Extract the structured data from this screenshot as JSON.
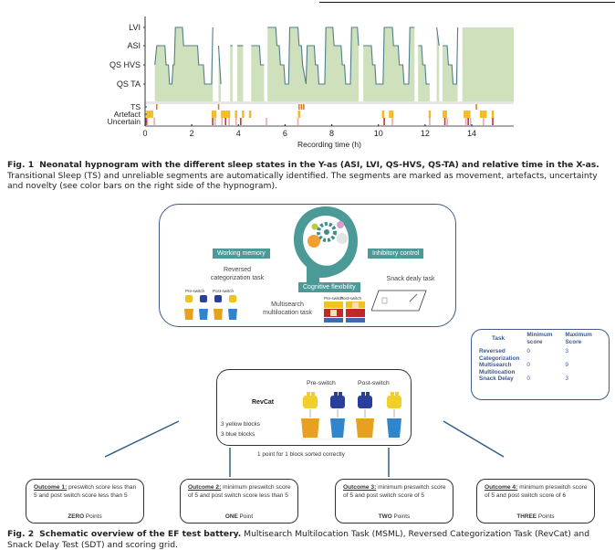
{
  "fig1": {
    "caption_label": "Fig. 1",
    "caption_bold": "Neonatal hypnogram with the different sleep states in the Y-as (ASI, LVI, QS-HVS, QS-TA) and relative time in the X-as.",
    "caption_text": " Transitional Sleep (TS) and unreliable segments are automatically identified. The segments are marked as movement, artefacts, uncertainty and novelty (see color bars on the right side of the hypnogram)."
  },
  "chart_data": {
    "type": "area",
    "title": "",
    "xlabel": "Recording time (h)",
    "ylabel": "",
    "xlim": [
      0,
      15.8
    ],
    "x_ticks": [
      0,
      2,
      4,
      6,
      8,
      10,
      12,
      14
    ],
    "state_labels": [
      "LVI",
      "ASI",
      "QS HVS",
      "QS TA"
    ],
    "marker_rows": [
      "TS",
      "Artefact",
      "Uncertain"
    ],
    "colors": {
      "fill": "#cfe0bd",
      "line": "#4f7f8a",
      "ts": "#e07b20",
      "artefact": "#f2b81c",
      "uncertain": "#c8323a",
      "uncertain_light": "#e8a8ae"
    },
    "hypnogram_note": "state level: 4=LVI, 3=ASI, 2=QS HVS, 1=QS TA; null = gap (unreliable)",
    "hypnogram": [
      [
        0.0,
        null
      ],
      [
        0.42,
        2
      ],
      [
        0.5,
        3
      ],
      [
        0.85,
        3
      ],
      [
        0.9,
        2
      ],
      [
        1.0,
        2
      ],
      [
        1.05,
        1
      ],
      [
        1.15,
        1
      ],
      [
        1.2,
        2
      ],
      [
        1.25,
        2
      ],
      [
        1.3,
        4
      ],
      [
        1.6,
        4
      ],
      [
        1.65,
        3
      ],
      [
        2.25,
        3
      ],
      [
        2.3,
        2
      ],
      [
        2.5,
        2
      ],
      [
        2.55,
        1
      ],
      [
        2.85,
        1
      ],
      [
        2.9,
        4
      ],
      [
        2.95,
        null
      ],
      [
        3.15,
        3
      ],
      [
        3.25,
        1
      ],
      [
        3.3,
        null
      ],
      [
        3.65,
        3
      ],
      [
        3.75,
        3
      ],
      [
        3.9,
        null
      ],
      [
        3.95,
        3
      ],
      [
        4.2,
        3
      ],
      [
        4.3,
        null
      ],
      [
        4.35,
        3
      ],
      [
        4.45,
        null
      ],
      [
        4.55,
        3
      ],
      [
        4.9,
        3
      ],
      [
        4.95,
        2
      ],
      [
        5.1,
        2
      ],
      [
        5.15,
        null
      ],
      [
        5.25,
        4
      ],
      [
        5.6,
        4
      ],
      [
        5.65,
        3
      ],
      [
        5.75,
        3
      ],
      [
        5.8,
        2
      ],
      [
        5.95,
        2
      ],
      [
        6.0,
        1
      ],
      [
        6.15,
        1
      ],
      [
        6.2,
        4
      ],
      [
        6.55,
        4
      ],
      [
        6.6,
        3
      ],
      [
        6.7,
        3
      ],
      [
        6.75,
        2
      ],
      [
        6.9,
        1
      ],
      [
        6.95,
        3
      ],
      [
        7.25,
        3
      ],
      [
        7.3,
        2
      ],
      [
        7.4,
        2
      ],
      [
        7.45,
        1
      ],
      [
        7.7,
        1
      ],
      [
        7.75,
        4
      ],
      [
        8.05,
        4
      ],
      [
        8.1,
        3
      ],
      [
        8.4,
        3
      ],
      [
        8.45,
        2
      ],
      [
        8.55,
        2
      ],
      [
        8.6,
        1
      ],
      [
        8.8,
        1
      ],
      [
        8.85,
        4
      ],
      [
        9.1,
        4
      ],
      [
        9.15,
        3
      ],
      [
        9.25,
        null
      ],
      [
        9.35,
        3
      ],
      [
        9.7,
        3
      ],
      [
        9.75,
        2
      ],
      [
        9.85,
        2
      ],
      [
        9.9,
        1
      ],
      [
        10.2,
        1
      ],
      [
        10.25,
        4
      ],
      [
        10.6,
        4
      ],
      [
        10.65,
        3
      ],
      [
        10.85,
        3
      ],
      [
        10.9,
        2
      ],
      [
        11.05,
        2
      ],
      [
        11.1,
        1
      ],
      [
        11.3,
        1
      ],
      [
        11.35,
        4
      ],
      [
        11.55,
        4
      ],
      [
        11.6,
        null
      ],
      [
        11.7,
        3
      ],
      [
        11.85,
        3
      ],
      [
        11.9,
        2
      ],
      [
        12.0,
        2
      ],
      [
        12.05,
        1
      ],
      [
        12.2,
        1
      ],
      [
        12.25,
        null
      ],
      [
        12.5,
        4
      ],
      [
        12.6,
        3
      ],
      [
        12.65,
        null
      ],
      [
        12.75,
        3
      ],
      [
        12.95,
        3
      ],
      [
        13.0,
        2
      ],
      [
        13.15,
        2
      ],
      [
        13.2,
        1
      ],
      [
        13.35,
        1
      ],
      [
        13.4,
        4
      ],
      [
        13.55,
        null
      ]
    ],
    "ts_markers": [
      0.5,
      3.15,
      6.6,
      6.7,
      6.8,
      14.2
    ],
    "artefact_markers": [
      0.1,
      0.2,
      0.3,
      2.9,
      3.0,
      3.3,
      3.4,
      3.5,
      3.6,
      3.9,
      4.2,
      4.5,
      6.6,
      10.2,
      10.5,
      10.6,
      12.2,
      12.8,
      12.9,
      13.7,
      13.8,
      13.9,
      14.4,
      14.5,
      14.6,
      14.9
    ],
    "uncertain_markers": [
      0.05,
      0.1,
      0.4,
      2.9,
      3.0,
      3.3,
      3.45,
      3.6,
      3.9,
      4.1,
      5.2,
      6.55,
      10.25,
      10.6,
      12.2,
      12.85,
      12.95,
      13.75,
      13.85,
      13.95,
      14.5,
      14.9
    ]
  },
  "fig2": {
    "labels": {
      "working_memory": "Working memory",
      "inhibitory_control": "Inhibitory control",
      "cognitive_flexibility": "Cognitive flexibility"
    },
    "tasks": {
      "revcat_line1": "Reversed",
      "revcat_line2": "categorization task",
      "snack": "Snack dealy task",
      "msml_line1": "Multisearch",
      "msml_line2": "multilocation task",
      "pre_switch": "Pre-switch",
      "post_switch": "Post-switch"
    },
    "score_table": {
      "headers": [
        "Task",
        "Minimum score",
        "Maximum Score"
      ],
      "rows": [
        {
          "task": "Reversed Categorization",
          "min": "0",
          "max": "3"
        },
        {
          "task": "Multisearch Multilocation",
          "min": "0",
          "max": "9"
        },
        {
          "task": "Snack Delay",
          "min": "0",
          "max": "3"
        }
      ]
    },
    "revcat": {
      "title": "RevCat",
      "line1": "3 yellow blocks",
      "line2": "3 blue blocks",
      "pre_switch": "Pre-switch",
      "post_switch": "Post-switch",
      "rule": "1 point for 1 block sorted correctly"
    },
    "outcomes": [
      {
        "title": "Outcome 1:",
        "text": " preswitch score less than 5 and post switch score less than 5",
        "points_bold": "ZERO",
        "points_text": " Points"
      },
      {
        "title": "Outcome 2:",
        "text": " minimum preswitch score of 5 and post switch score less than 5",
        "points_bold": "ONE",
        "points_text": " Point"
      },
      {
        "title": "Outcome 3:",
        "text": " minimum preswitch score of 5 and post switch score of 5",
        "points_bold": "TWO",
        "points_text": " Points"
      },
      {
        "title": "Outcome 4:",
        "text": " minimum preswitch score of 5 and post switch score of 6",
        "points_bold": "THREE",
        "points_text": " Points"
      }
    ],
    "caption_label": "Fig. 2",
    "caption_bold": "Schematic overview of the EF test battery.",
    "caption_text": " Multisearch Multilocation Task (MSML), Reversed Categorization Task (RevCat) and Snack Delay Test (SDT) and scoring grid."
  }
}
